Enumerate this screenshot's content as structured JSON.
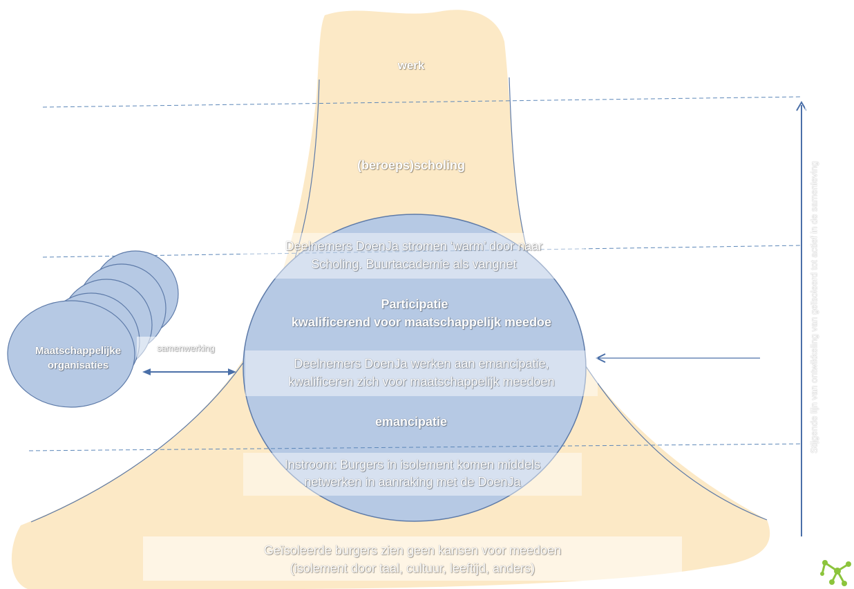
{
  "colors": {
    "mountain": "#fce9c6",
    "circle": "#b6c9e4",
    "circle_stroke": "#5d7aa8",
    "arrow": "#4a6fa8",
    "dashed": "#5b86b8",
    "logo": "#8cc43c"
  },
  "levels": {
    "werk": "werk",
    "scholing": "(beroeps)scholing",
    "participatie_title": "Participatie",
    "participatie_sub": "kwalificerend voor maatschappelijk meedoe",
    "emancipatie": "emancipatie"
  },
  "boxes": {
    "doorstroom_1": "Deelnemers DoenJa stromen ‘warm’ door naar",
    "doorstroom_2": "Scholing. Buurtacademie als vangnet",
    "werken_1": "Deelnemers DoenJa werken aan emancipatie,",
    "werken_2": "kwalificeren zich voor maatschappelijk meedoen",
    "instroom_1": "Instroom: Burgers in isolement komen middels",
    "instroom_2": "netwerken in aanraking met de DoenJa",
    "geisoleerd_1": "Geïsoleerde burgers zien geen kansen voor meedoen",
    "geisoleerd_2": "(isolement door taal, cultuur, leeftijd, anders)"
  },
  "organisaties": {
    "label_1": "Maatschappelijke",
    "label_2": "organisaties",
    "samenwerking": "samenwerking"
  },
  "side_axis": {
    "label": "Stijgende lijn van ontwikkeling van geïsoleerd tot actief in de samenleving"
  },
  "icons": {
    "logo": "molecule-logo-icon"
  }
}
